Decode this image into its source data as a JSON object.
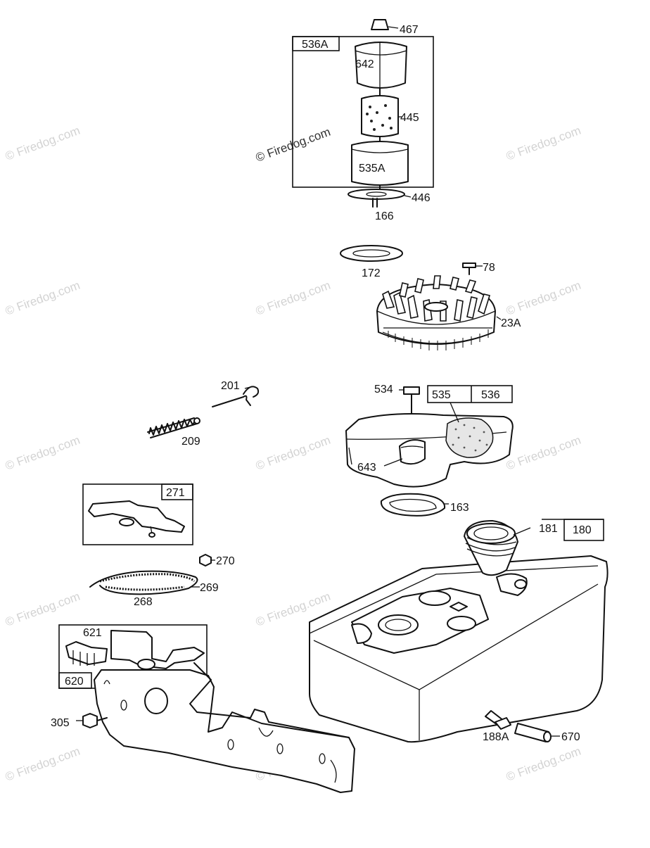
{
  "watermark": {
    "text": "© Firedog.com"
  },
  "parts": {
    "p467": "467",
    "p536A": "536A",
    "p642": "642",
    "p445": "445",
    "p535A": "535A",
    "p446": "446",
    "p166": "166",
    "p172": "172",
    "p78": "78",
    "p23A": "23A",
    "p201": "201",
    "p209": "209",
    "p534": "534",
    "p535": "535",
    "p536": "536",
    "p643": "643",
    "p163": "163",
    "p271": "271",
    "p270": "270",
    "p269": "269",
    "p268": "268",
    "p181": "181",
    "p180": "180",
    "p621": "621",
    "p620": "620",
    "p305": "305",
    "p188A": "188A",
    "p670": "670"
  }
}
